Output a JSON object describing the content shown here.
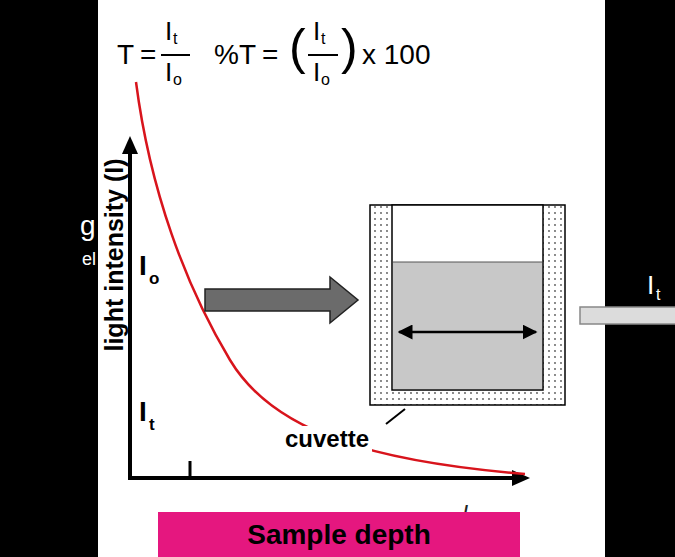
{
  "diagram": {
    "nodes": [
      {
        "text": [
          "l"
        ]
      },
      {
        "text": [
          "Sample depth"
        ]
      }
    ],
    "labels": [
      "g",
      "el",
      "T",
      "=",
      "I",
      "t",
      "I",
      "o",
      "%T",
      "=",
      "(",
      "I",
      "t",
      "I",
      "o",
      ")",
      "x 100",
      "light intensity (I)",
      "I",
      "o",
      "I",
      "t",
      "cuvette",
      "I",
      "t"
    ]
  }
}
